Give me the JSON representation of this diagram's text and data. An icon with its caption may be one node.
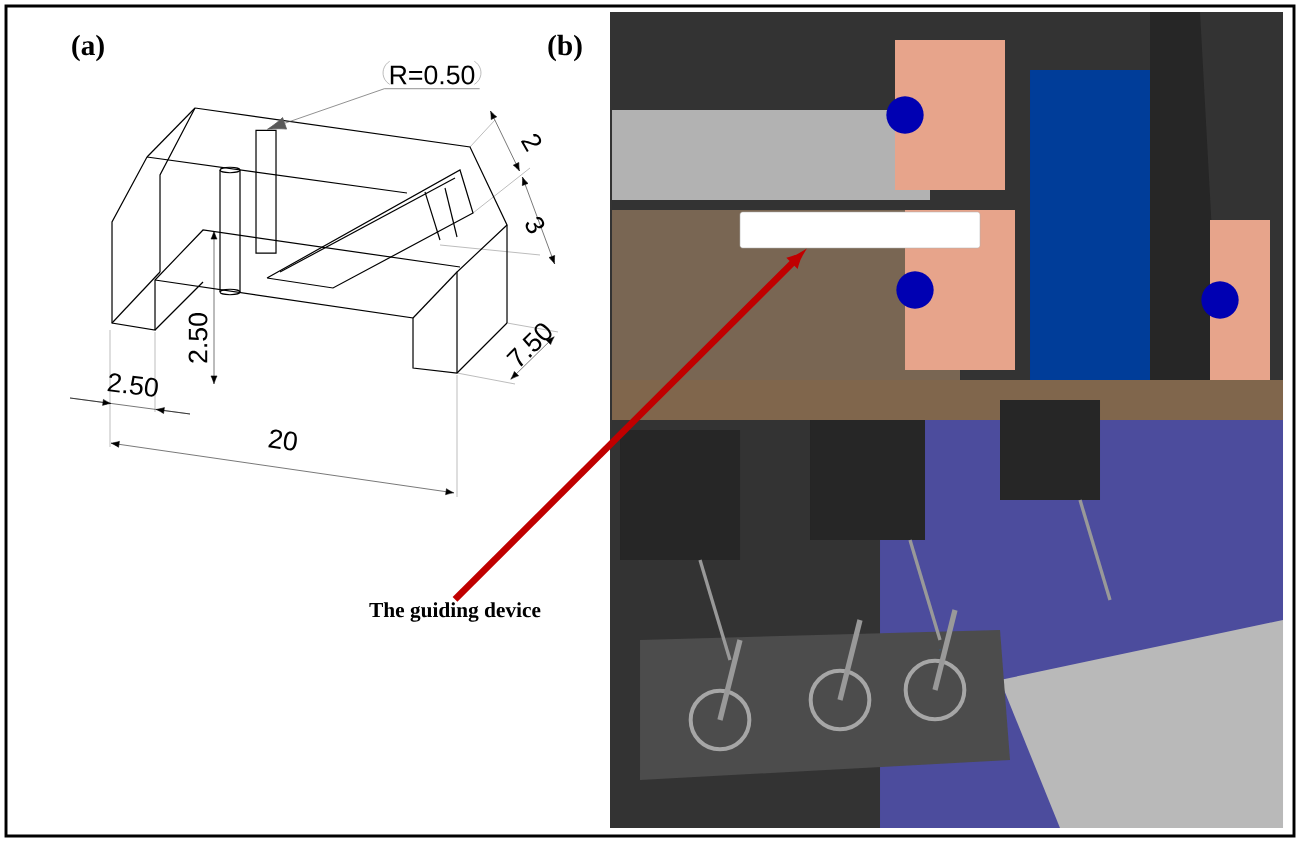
{
  "diagram": {
    "nodes": [
      {
        "text": [
          "The guiding device"
        ]
      },
      {
        "text": [],
        "shape": "bar"
      },
      {
        "text": [
          "R=0.50"
        ]
      },
      {
        "text": [],
        "shape": "cylinder"
      }
    ],
    "edges": [
      {
        "from": 0,
        "to": 1,
        "arrow": "to",
        "style": "thick",
        "color": "#c00000"
      },
      {
        "from": 2,
        "to": 3,
        "arrow": "to",
        "color": "#595959"
      }
    ],
    "labels": [
      "(a)",
      "(b)",
      "2",
      "3",
      "2.50",
      "7.50",
      "2.50",
      "20"
    ]
  }
}
